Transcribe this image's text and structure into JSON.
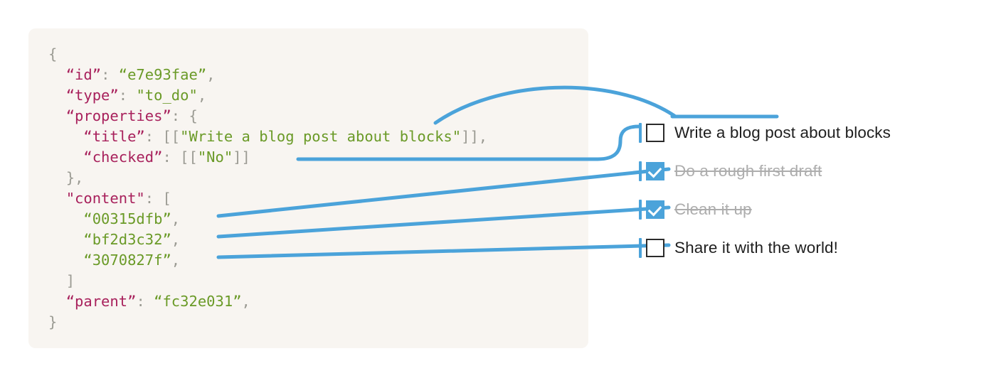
{
  "code_panel": {
    "language": "json",
    "background_color": "#f8f5f1",
    "lines": [
      {
        "indent": 0,
        "parts": [
          {
            "t": "{",
            "c": "punct"
          }
        ]
      },
      {
        "indent": 1,
        "parts": [
          {
            "t": "“id”",
            "c": "key"
          },
          {
            "t": ": ",
            "c": "punct"
          },
          {
            "t": "“e7e93fae”",
            "c": "str"
          },
          {
            "t": ",",
            "c": "punct"
          }
        ]
      },
      {
        "indent": 1,
        "parts": [
          {
            "t": "“type”",
            "c": "key"
          },
          {
            "t": ": ",
            "c": "punct"
          },
          {
            "t": "\"to_do\"",
            "c": "str"
          },
          {
            "t": ",",
            "c": "punct"
          }
        ]
      },
      {
        "indent": 1,
        "parts": [
          {
            "t": "“properties”",
            "c": "key"
          },
          {
            "t": ": {",
            "c": "punct"
          }
        ]
      },
      {
        "indent": 2,
        "parts": [
          {
            "t": "“title”",
            "c": "key"
          },
          {
            "t": ": [[",
            "c": "punct"
          },
          {
            "t": "\"Write a blog post about blocks\"",
            "c": "str"
          },
          {
            "t": "]],",
            "c": "punct"
          }
        ]
      },
      {
        "indent": 2,
        "parts": [
          {
            "t": "“checked”",
            "c": "key"
          },
          {
            "t": ": [[",
            "c": "punct"
          },
          {
            "t": "\"No\"",
            "c": "str"
          },
          {
            "t": "]]",
            "c": "punct"
          }
        ]
      },
      {
        "indent": 1,
        "parts": [
          {
            "t": "},",
            "c": "punct"
          }
        ]
      },
      {
        "indent": 1,
        "parts": [
          {
            "t": "\"content\"",
            "c": "key"
          },
          {
            "t": ": [",
            "c": "punct"
          }
        ]
      },
      {
        "indent": 2,
        "parts": [
          {
            "t": "“00315dfb”",
            "c": "str"
          },
          {
            "t": ",",
            "c": "punct"
          }
        ]
      },
      {
        "indent": 2,
        "parts": [
          {
            "t": "“bf2d3c32”",
            "c": "str"
          },
          {
            "t": ",",
            "c": "punct"
          }
        ]
      },
      {
        "indent": 2,
        "parts": [
          {
            "t": "“3070827f”",
            "c": "str"
          },
          {
            "t": ",",
            "c": "punct"
          }
        ]
      },
      {
        "indent": 1,
        "parts": [
          {
            "t": "]",
            "c": "punct"
          }
        ]
      },
      {
        "indent": 1,
        "parts": [
          {
            "t": "“parent”",
            "c": "key"
          },
          {
            "t": ": ",
            "c": "punct"
          },
          {
            "t": "“fc32e031”",
            "c": "str"
          },
          {
            "t": ",",
            "c": "punct"
          }
        ]
      },
      {
        "indent": 0,
        "parts": [
          {
            "t": "}",
            "c": "punct"
          }
        ]
      }
    ],
    "syntax_colors": {
      "key": "#a8215c",
      "string": "#6a9a27",
      "punctuation": "#9b9b93"
    }
  },
  "todo_list": {
    "accent_color": "#4ba3da",
    "items": [
      {
        "label": "Write a blog post about blocks",
        "checked": false
      },
      {
        "label": "Do a rough first draft",
        "checked": true
      },
      {
        "label": "Clean it up",
        "checked": true
      },
      {
        "label": "Share it with the world!",
        "checked": false
      }
    ]
  },
  "connectors": {
    "color": "#4ba3da",
    "stroke_width": 5,
    "edges": [
      {
        "from": "title-value",
        "to": "todo-item-0-label",
        "style": "arc-over"
      },
      {
        "from": "checked-value",
        "to": "todo-item-0-checkbox",
        "style": "s-curve"
      },
      {
        "from": "content-id-0",
        "to": "todo-item-1",
        "style": "diagonal"
      },
      {
        "from": "content-id-1",
        "to": "todo-item-2",
        "style": "diagonal"
      },
      {
        "from": "content-id-2",
        "to": "todo-item-3",
        "style": "diagonal"
      }
    ]
  }
}
